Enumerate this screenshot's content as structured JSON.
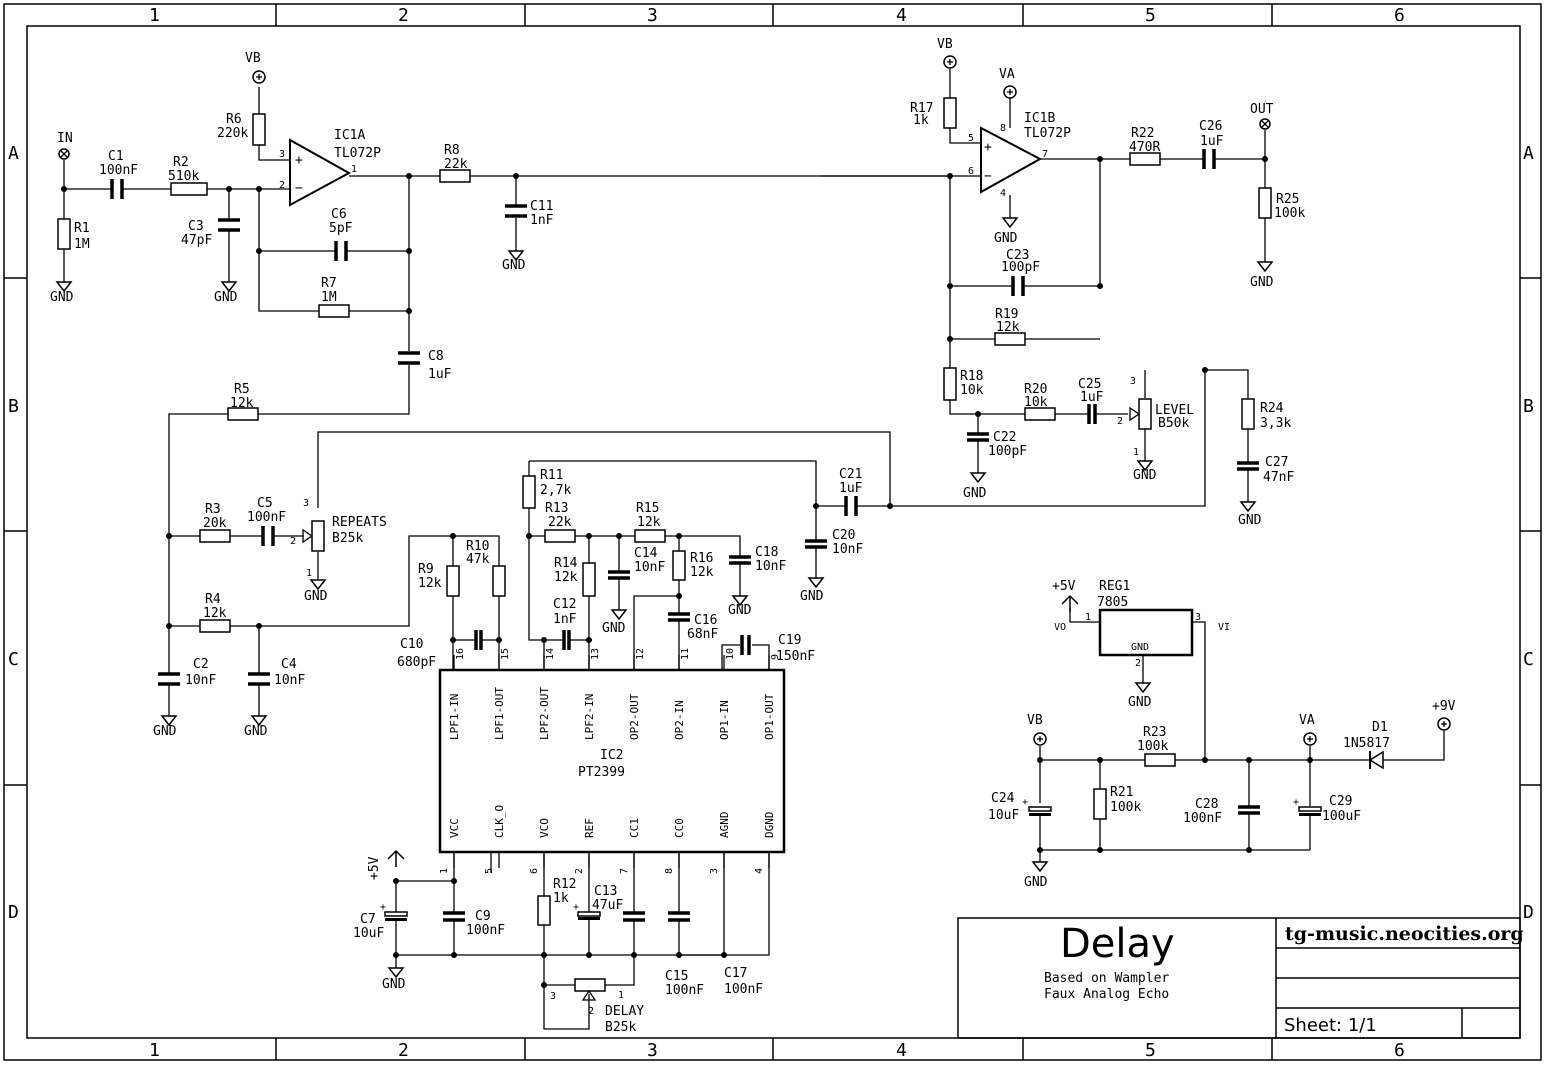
{
  "title_block": {
    "title": "Delay",
    "subtitle_line1": "Based on Wampler",
    "subtitle_line2": "Faux Analog Echo",
    "website": "tg-music.neocities.org",
    "sheet": "Sheet: 1/1"
  },
  "grid": {
    "columns": [
      "1",
      "2",
      "3",
      "4",
      "5",
      "6"
    ],
    "rows": [
      "A",
      "B",
      "C",
      "D"
    ]
  },
  "components": [
    {
      "ref": "C1",
      "value": "100nF"
    },
    {
      "ref": "R2",
      "value": "510k"
    },
    {
      "ref": "R1",
      "value": "1M"
    },
    {
      "ref": "C3",
      "value": "47pF"
    },
    {
      "ref": "R6",
      "value": "220k"
    },
    {
      "ref": "IC1A",
      "value": "TL072P"
    },
    {
      "ref": "C6",
      "value": "5pF"
    },
    {
      "ref": "R7",
      "value": "1M"
    },
    {
      "ref": "R8",
      "value": "22k"
    },
    {
      "ref": "C11",
      "value": "1nF"
    },
    {
      "ref": "C8",
      "value": "1uF"
    },
    {
      "ref": "R5",
      "value": "12k"
    },
    {
      "ref": "R3",
      "value": "20k"
    },
    {
      "ref": "C5",
      "value": "100nF"
    },
    {
      "ref": "REPEATS",
      "value": "B25k"
    },
    {
      "ref": "R4",
      "value": "12k"
    },
    {
      "ref": "C2",
      "value": "10nF"
    },
    {
      "ref": "C4",
      "value": "10nF"
    },
    {
      "ref": "R9",
      "value": "12k"
    },
    {
      "ref": "R10",
      "value": "47k"
    },
    {
      "ref": "C10",
      "value": "680pF"
    },
    {
      "ref": "R11",
      "value": "2,7k"
    },
    {
      "ref": "R13",
      "value": "22k"
    },
    {
      "ref": "R14",
      "value": "12k"
    },
    {
      "ref": "C12",
      "value": "1nF"
    },
    {
      "ref": "R15",
      "value": "12k"
    },
    {
      "ref": "C14",
      "value": "10nF"
    },
    {
      "ref": "R16",
      "value": "12k"
    },
    {
      "ref": "C16",
      "value": "68nF"
    },
    {
      "ref": "C18",
      "value": "10nF"
    },
    {
      "ref": "C19",
      "value": "150nF"
    },
    {
      "ref": "C21",
      "value": "1uF"
    },
    {
      "ref": "C20",
      "value": "10nF"
    },
    {
      "ref": "IC2",
      "value": "PT2399"
    },
    {
      "ref": "C7",
      "value": "10uF"
    },
    {
      "ref": "C9",
      "value": "100nF"
    },
    {
      "ref": "R12",
      "value": "1k"
    },
    {
      "ref": "C13",
      "value": "47uF"
    },
    {
      "ref": "C15",
      "value": "100nF"
    },
    {
      "ref": "C17",
      "value": "100nF"
    },
    {
      "ref": "DELAY",
      "value": "B25k"
    },
    {
      "ref": "R17",
      "value": "1k"
    },
    {
      "ref": "IC1B",
      "value": "TL072P"
    },
    {
      "ref": "R22",
      "value": "470R"
    },
    {
      "ref": "C26",
      "value": "1uF"
    },
    {
      "ref": "R25",
      "value": "100k"
    },
    {
      "ref": "C23",
      "value": "100pF"
    },
    {
      "ref": "R19",
      "value": "12k"
    },
    {
      "ref": "R18",
      "value": "10k"
    },
    {
      "ref": "R20",
      "value": "10k"
    },
    {
      "ref": "C25",
      "value": "1uF"
    },
    {
      "ref": "LEVEL",
      "value": "B50k"
    },
    {
      "ref": "C22",
      "value": "100pF"
    },
    {
      "ref": "R24",
      "value": "3,3k"
    },
    {
      "ref": "C27",
      "value": "47nF"
    },
    {
      "ref": "REG1",
      "value": "7805"
    },
    {
      "ref": "R23",
      "value": "100k"
    },
    {
      "ref": "D1",
      "value": "1N5817"
    },
    {
      "ref": "C24",
      "value": "10uF"
    },
    {
      "ref": "R21",
      "value": "100k"
    },
    {
      "ref": "C28",
      "value": "100nF"
    },
    {
      "ref": "C29",
      "value": "100uF"
    }
  ],
  "nets": {
    "in": "IN",
    "out": "OUT",
    "gnd": "GND",
    "vb": "VB",
    "va": "VA",
    "p5v": "+5V",
    "p9v": "+9V",
    "vo": "VO",
    "vi": "VI",
    "reg_gnd": "GND"
  },
  "ic2_pins_top": [
    {
      "name": "LPF1-IN",
      "num": "16"
    },
    {
      "name": "LPF1-OUT",
      "num": "15"
    },
    {
      "name": "LPF2-OUT",
      "num": "14"
    },
    {
      "name": "LPF2-IN",
      "num": "13"
    },
    {
      "name": "OP2-OUT",
      "num": "12"
    },
    {
      "name": "OP2-IN",
      "num": "11"
    },
    {
      "name": "OP1-IN",
      "num": "10"
    },
    {
      "name": "OP1-OUT",
      "num": "9"
    }
  ],
  "ic2_pins_bottom": [
    {
      "name": "VCC",
      "num": "1"
    },
    {
      "name": "CLK_O",
      "num": "5"
    },
    {
      "name": "VCO",
      "num": "6"
    },
    {
      "name": "REF",
      "num": "2"
    },
    {
      "name": "CC1",
      "num": "7"
    },
    {
      "name": "CC0",
      "num": "8"
    },
    {
      "name": "AGND",
      "num": "3"
    },
    {
      "name": "DGND",
      "num": "4"
    }
  ],
  "pin_numbers": {
    "ic1a": [
      "3",
      "2",
      "1"
    ],
    "ic1b": [
      "5",
      "6",
      "7",
      "8",
      "4"
    ],
    "repeats": [
      "3",
      "2",
      "1"
    ],
    "delay": [
      "3",
      "2",
      "1"
    ],
    "level": [
      "3",
      "2",
      "1"
    ],
    "reg": [
      "1",
      "2",
      "3"
    ]
  }
}
